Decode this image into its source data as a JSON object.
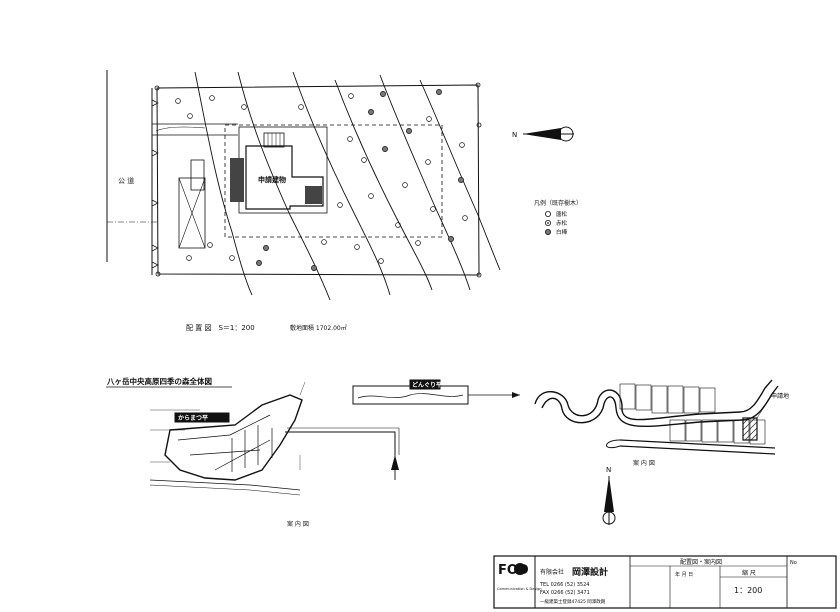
{
  "site_plan": {
    "road_label": "公 道",
    "building_label": "申請建物",
    "caption": "配 置 図　S＝1：200",
    "area_note": "敷地面積 1702.00㎡",
    "north": "N"
  },
  "legend": {
    "title": "凡例（既存樹木）",
    "items": [
      {
        "label": "唐松",
        "symbol": "circle"
      },
      {
        "label": "赤松",
        "symbol": "circle-dot"
      },
      {
        "label": "白樺",
        "symbol": "circle-hatch"
      }
    ]
  },
  "area_map": {
    "title": "八ヶ岳中央高原四季の森全体図",
    "district_tag": "からまつ平",
    "caption": "案 内 図"
  },
  "route_map": {
    "tag": "どんぐり平"
  },
  "detail_map": {
    "caption": "案 内 図",
    "site_label": "申請地",
    "north": "N"
  },
  "title_block": {
    "company_type": "有限会社",
    "company_name": "岡澤設計",
    "drawing_title": "配置図・案内図",
    "scale_label": "縮 尺",
    "scale_value": "1：200",
    "logo_text": "FOD",
    "logo_sub": "Communication & Design",
    "tel": "TEL 0266 (52) 3524",
    "fax": "FAX 0266 (52) 3471",
    "registration": "一級建築士登録47425 岡澤政朗",
    "date_label": "年 月 日",
    "sheet_no_label": "No"
  }
}
